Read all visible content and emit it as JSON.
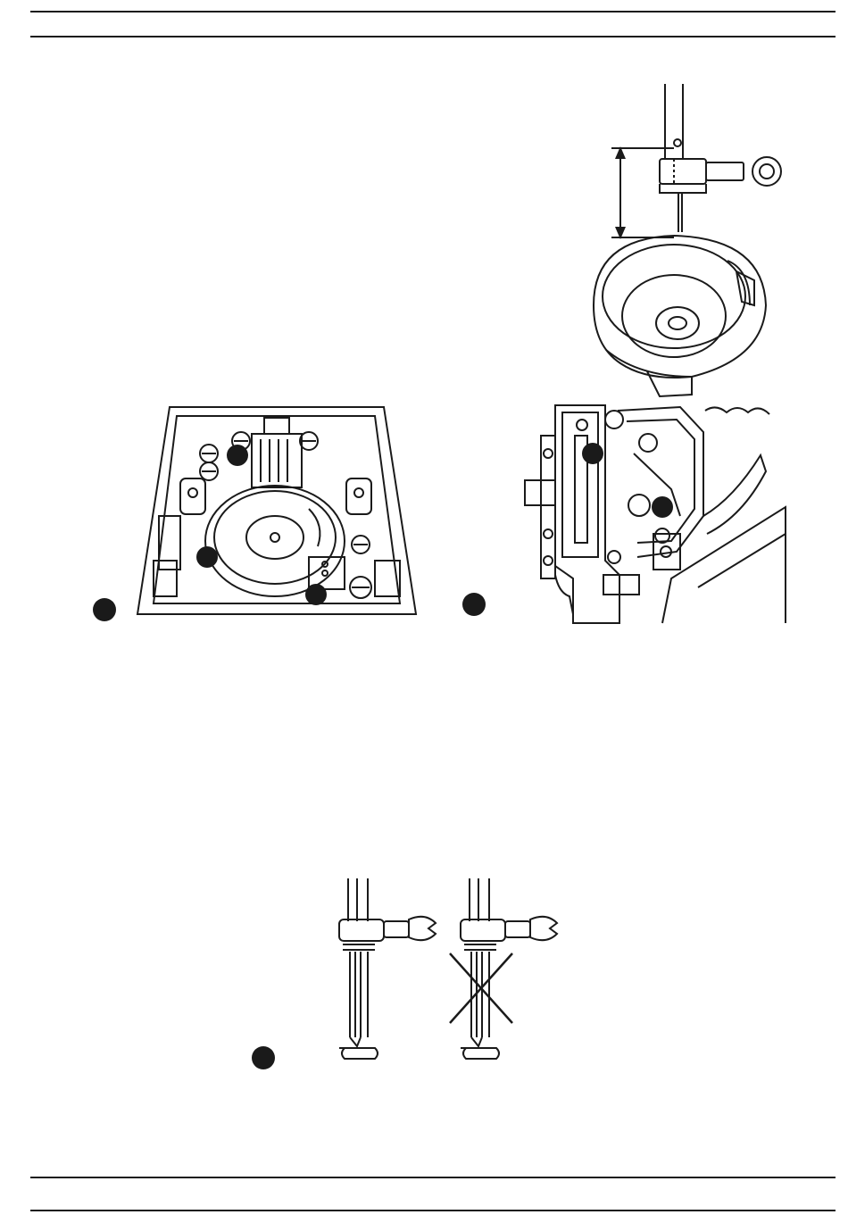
{
  "page": {
    "colors": {
      "ink": "#1a1a1a",
      "paper": "#ffffff"
    },
    "figures": [
      {
        "id": "needle-over-hook",
        "icon": "needle-height-gauge-icon"
      },
      {
        "id": "needle-plate-hook",
        "icon": "bobbin-case-top-view-icon"
      },
      {
        "id": "needle-bar-mechanism",
        "icon": "needle-bar-mechanism-icon"
      },
      {
        "id": "needle-orientation",
        "icon": "needle-correct-incorrect-icon"
      }
    ]
  }
}
